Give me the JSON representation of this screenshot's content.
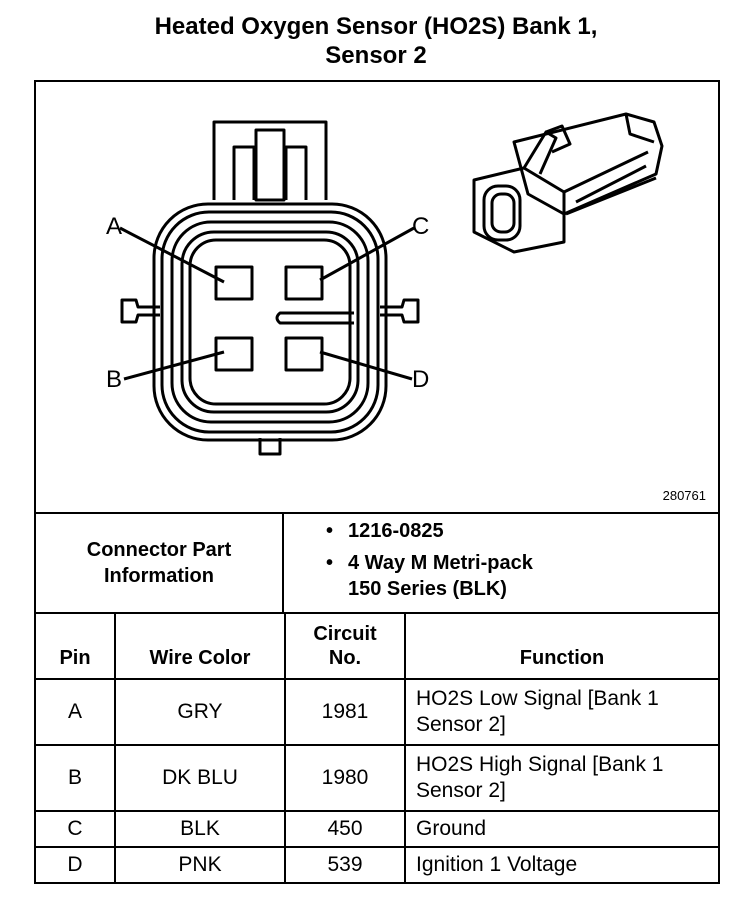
{
  "title": {
    "line1": "Heated Oxygen Sensor (HO2S) Bank 1,",
    "line2": "Sensor 2"
  },
  "diagram": {
    "pin_labels": [
      "A",
      "B",
      "C",
      "D"
    ],
    "figure_number": "280761"
  },
  "connector_info": {
    "label_line1": "Connector Part",
    "label_line2": "Information",
    "bullet": "•",
    "part_number": "1216-0825",
    "type_line1": "4 Way M Metri-pack",
    "type_line2": "150 Series (BLK)"
  },
  "table": {
    "headers": {
      "pin": "Pin",
      "wire_color": "Wire Color",
      "circuit_line1": "Circuit",
      "circuit_line2": "No.",
      "function": "Function"
    },
    "rows": [
      {
        "pin": "A",
        "wire_color": "GRY",
        "circuit": "1981",
        "function_line1": "HO2S Low Signal [Bank 1",
        "function_line2": "Sensor 2]"
      },
      {
        "pin": "B",
        "wire_color": "DK BLU",
        "circuit": "1980",
        "function_line1": "HO2S High Signal [Bank 1",
        "function_line2": "Sensor 2]"
      },
      {
        "pin": "C",
        "wire_color": "BLK",
        "circuit": "450",
        "function_line1": "Ground",
        "function_line2": ""
      },
      {
        "pin": "D",
        "wire_color": "PNK",
        "circuit": "539",
        "function_line1": "Ignition 1 Voltage",
        "function_line2": ""
      }
    ]
  }
}
